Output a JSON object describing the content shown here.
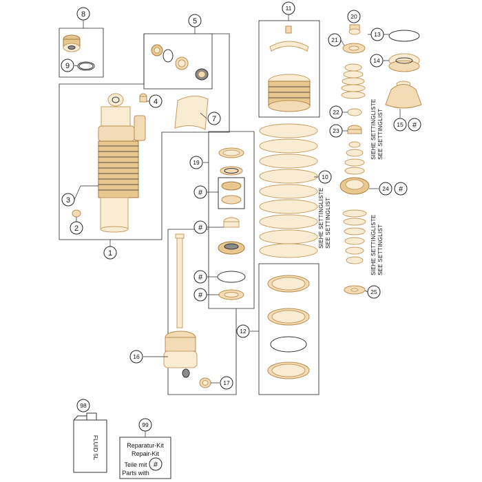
{
  "callouts": {
    "c1": "1",
    "c2": "2",
    "c3": "3",
    "c4": "4",
    "c5": "5",
    "c7": "7",
    "c8": "8",
    "c9": "9",
    "c10": "10",
    "c11": "11",
    "c12": "12",
    "c13": "13",
    "c14": "14",
    "c15": "15",
    "c16": "16",
    "c17": "17",
    "c19": "19",
    "c20": "20",
    "c21": "21",
    "c22": "22",
    "c23": "23",
    "c24": "24",
    "c25": "25",
    "c98": "98",
    "c99": "99",
    "h15": "#",
    "h24": "#",
    "hA": "#",
    "hB": "#",
    "hC": "#",
    "hD": "#",
    "hKit": "#"
  },
  "notes": {
    "spring_line1": "SIEHE SETTINGLISTE",
    "spring_line2": "SEE SETTINGLIST",
    "stack1_line1": "SIEHE SETTINGLISTE",
    "stack1_line2": "SEE SETTINGLIST",
    "stack2_line1": "SIEHE SETTINGLISTE",
    "stack2_line2": "SEE SETTINGLIST"
  },
  "fluid_label": "FLUID 5L",
  "repair_kit": {
    "line1": "Reparatur-Kit",
    "line2": "Repair-Kit",
    "line3": "Teile mit",
    "line4": "Parts with"
  }
}
